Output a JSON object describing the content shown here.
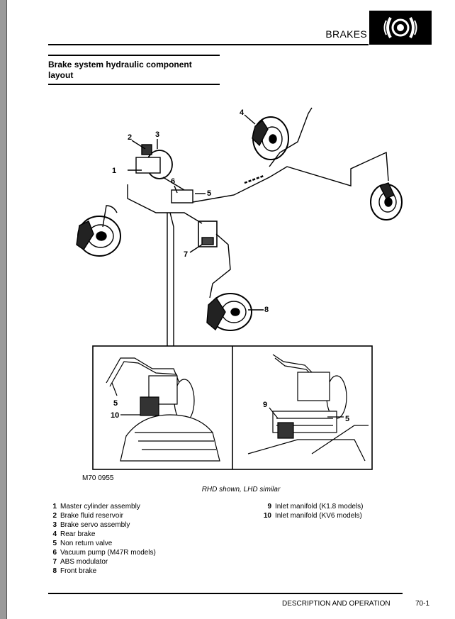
{
  "header": {
    "section_name": "BRAKES"
  },
  "section": {
    "title": "Brake system hydraulic component layout"
  },
  "figure": {
    "callouts_main": [
      "1",
      "2",
      "3",
      "4",
      "5",
      "6",
      "7",
      "8"
    ],
    "callouts_inset": [
      "5",
      "10",
      "9",
      "5"
    ],
    "reference": "M70 0955",
    "caption": "RHD shown, LHD similar"
  },
  "legend": {
    "left": [
      {
        "num": "1",
        "text": "Master cylinder assembly"
      },
      {
        "num": "2",
        "text": "Brake fluid reservoir"
      },
      {
        "num": "3",
        "text": "Brake servo assembly"
      },
      {
        "num": "4",
        "text": "Rear brake"
      },
      {
        "num": "5",
        "text": "Non return valve"
      },
      {
        "num": "6",
        "text": "Vacuum pump (M47R models)"
      },
      {
        "num": "7",
        "text": "ABS modulator"
      },
      {
        "num": "8",
        "text": "Front brake"
      }
    ],
    "right": [
      {
        "num": "9",
        "text": "Inlet manifold (K1.8 models)"
      },
      {
        "num": "10",
        "text": "Inlet manifold (KV6 models)"
      }
    ]
  },
  "footer": {
    "section_label": "DESCRIPTION AND OPERATION",
    "page_number": "70-1"
  }
}
